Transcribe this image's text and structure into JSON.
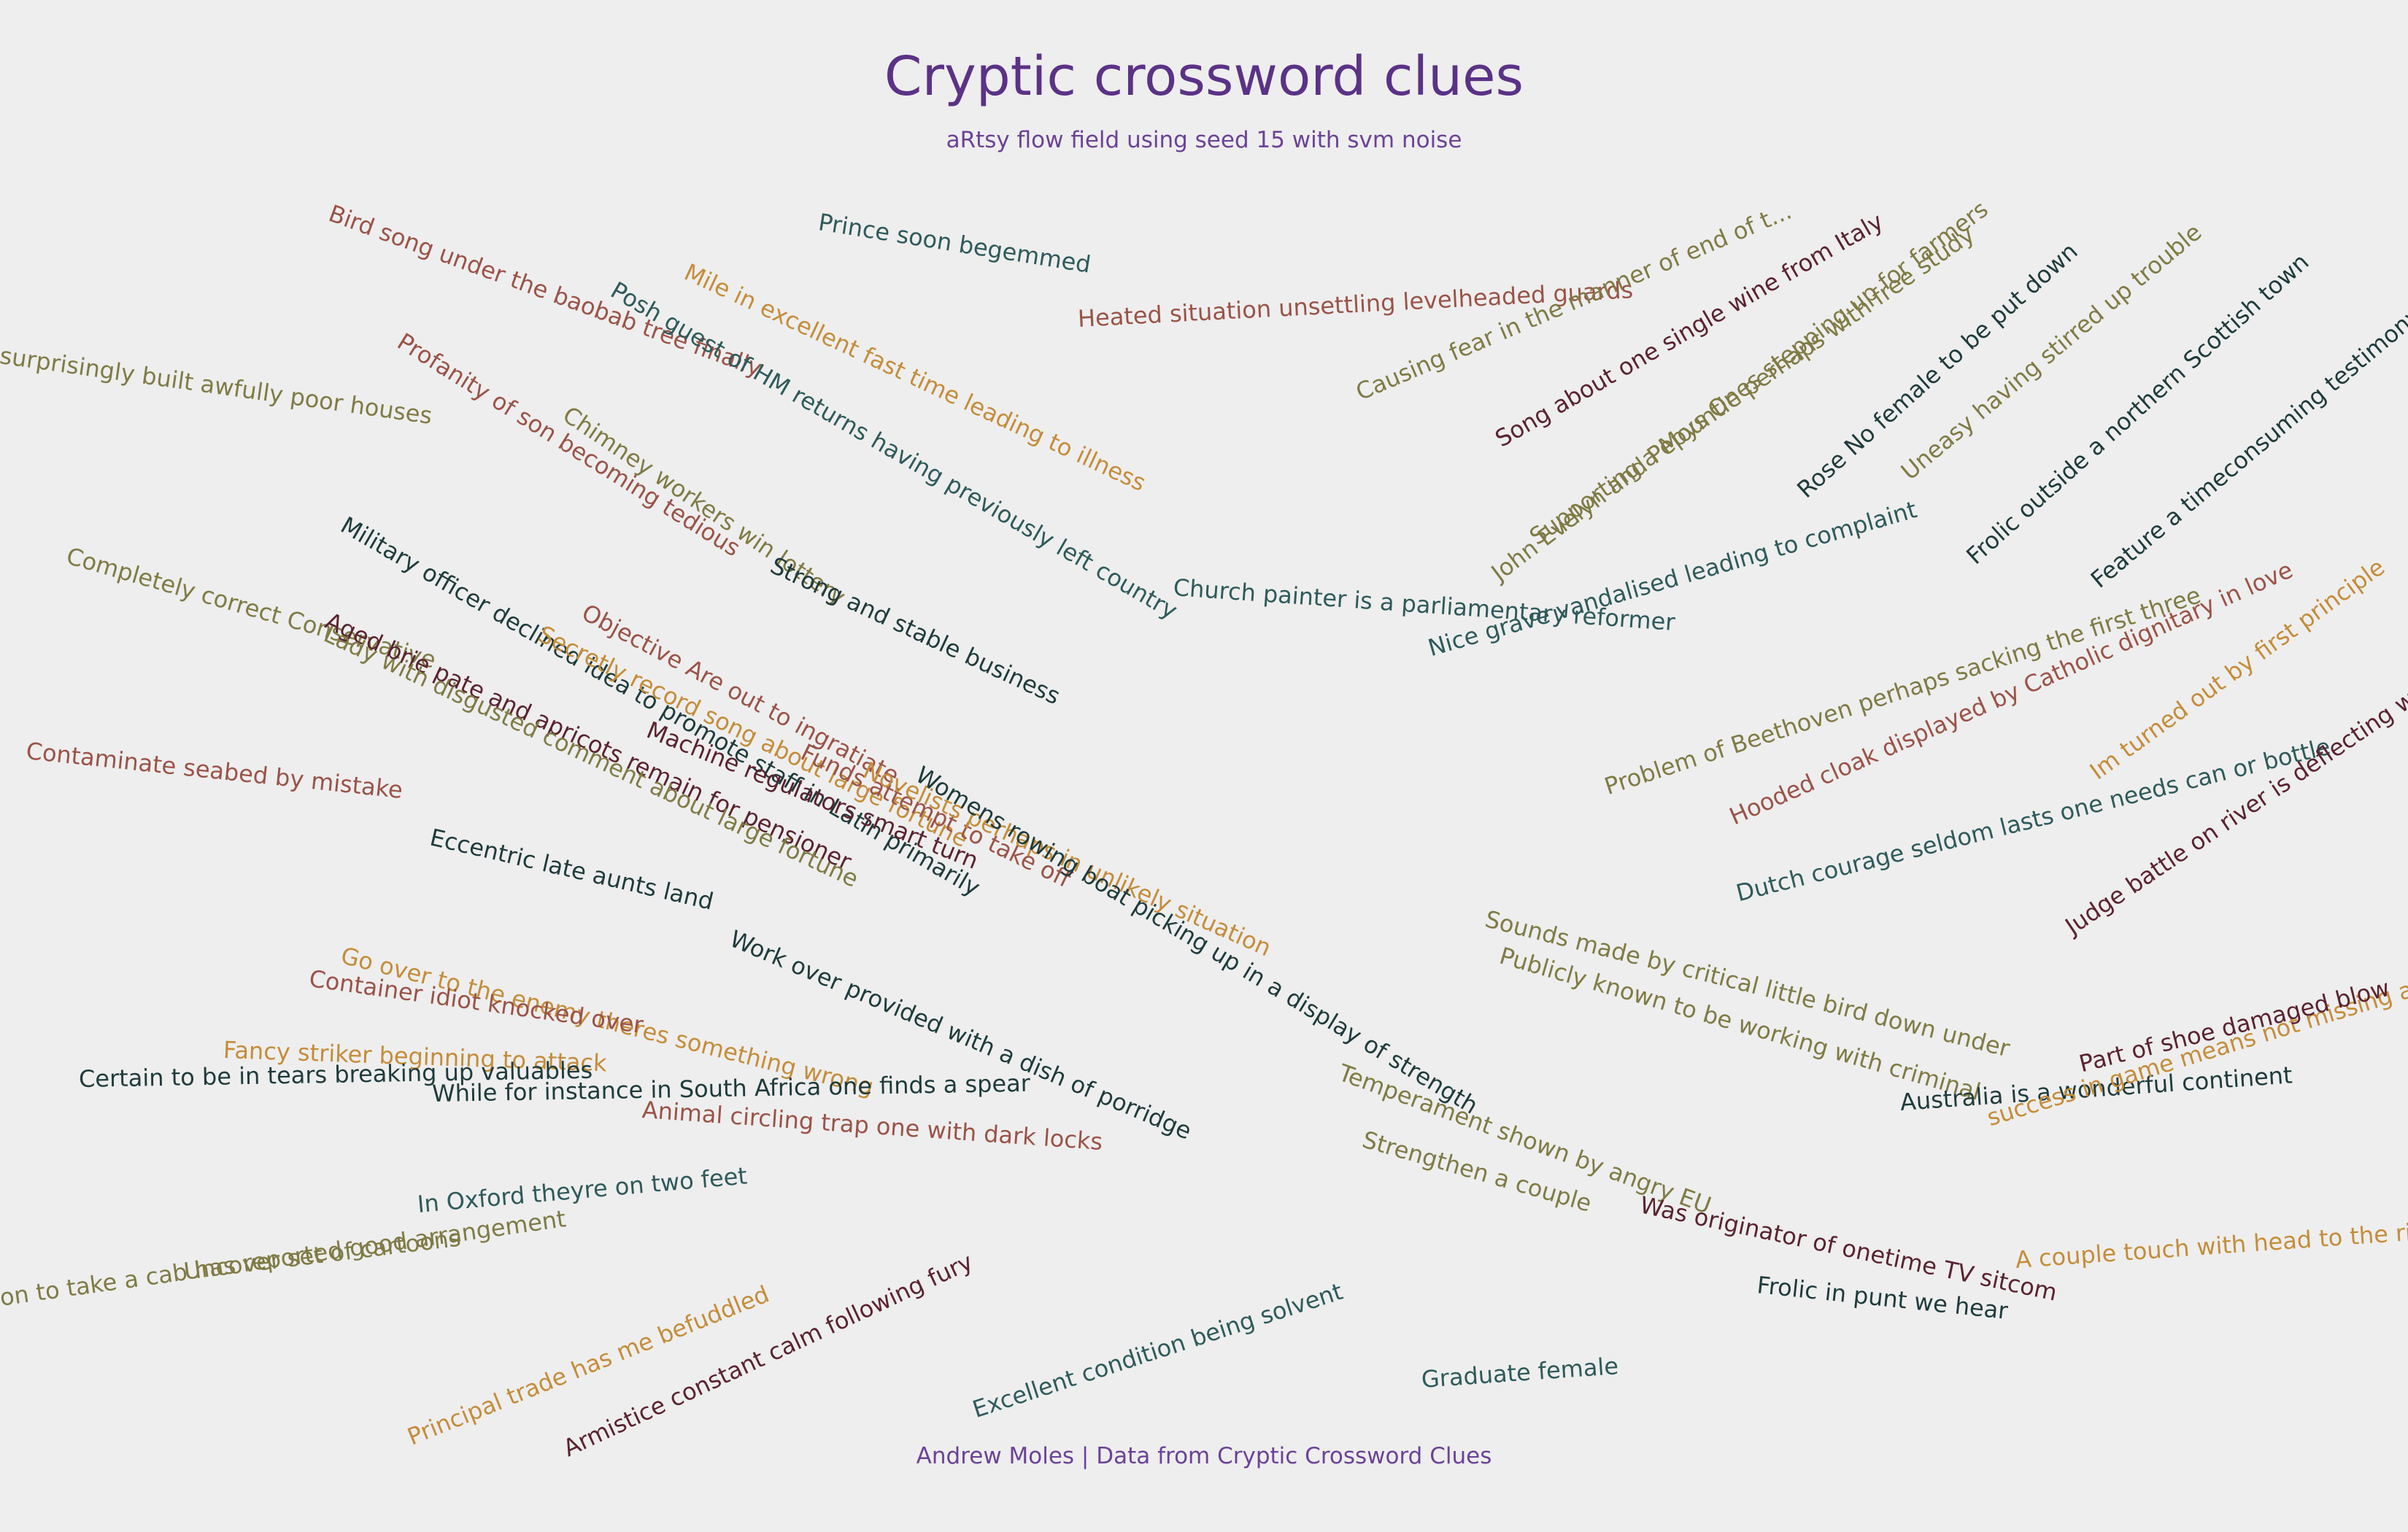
{
  "header": {
    "title": "Cryptic crossword clues",
    "subtitle": "aRtsy flow field using seed 15 with svm noise"
  },
  "footer": {
    "caption": "Andrew Moles | Data from Cryptic Crossword Clues"
  },
  "palette": {
    "background": "#eeeeee",
    "title_purple": "#5b3286",
    "red": "#9a5348",
    "teal": "#2f5a5a",
    "gold": "#c48d3a",
    "olive": "#7f7b45",
    "plum": "#5a2330",
    "dark": "#1f3b3b"
  },
  "clues": [
    {
      "text": "Prince soon begemmed",
      "color": "teal"
    },
    {
      "text": "Bird song under the baobab tree finally",
      "color": "red"
    },
    {
      "text": "Mile in excellent fast time leading to illness",
      "color": "gold"
    },
    {
      "text": "Posh guest of HM returns having previously left country",
      "color": "teal"
    },
    {
      "text": "surprisingly built awfully poor houses",
      "color": "olive"
    },
    {
      "text": "Profanity of son becoming tedious",
      "color": "red"
    },
    {
      "text": "Chimney workers win lottery",
      "color": "olive"
    },
    {
      "text": "Strong and stable business",
      "color": "dark"
    },
    {
      "text": "Heated situation unsettling levelheaded guards",
      "color": "red"
    },
    {
      "text": "Causing fear in the manner of end of t...",
      "color": "olive"
    },
    {
      "text": "Song about one single wine from Italy",
      "color": "plum"
    },
    {
      "text": "Supporting a Mountie perhaps with free study",
      "color": "olive"
    },
    {
      "text": "John Evelyn and Pepys Ones stepping up for farmers",
      "color": "olive"
    },
    {
      "text": "Rose No female to be put down",
      "color": "dark"
    },
    {
      "text": "Uneasy having stirred up trouble",
      "color": "olive"
    },
    {
      "text": "Frolic outside a northern Scottish town",
      "color": "dark"
    },
    {
      "text": "Feature a timeconsuming testimony",
      "color": "dark"
    },
    {
      "text": "Church painter is a parliamentary reformer",
      "color": "teal"
    },
    {
      "text": "Nice grave vandalised leading to complaint",
      "color": "teal"
    },
    {
      "text": "Military officer declined idea to promote staff in Latin primarily",
      "color": "dark"
    },
    {
      "text": "Completely correct Conservative",
      "color": "olive"
    },
    {
      "text": "Aged brie pate and apricots remain for pensioner",
      "color": "plum"
    },
    {
      "text": "Objective Are out to ingratiate",
      "color": "red"
    },
    {
      "text": "Secretly record song about large fortune",
      "color": "gold"
    },
    {
      "text": "Lady with disgusted comment about large fortune",
      "color": "olive"
    },
    {
      "text": "Machine regulators smart turn",
      "color": "plum"
    },
    {
      "text": "Funds attempt to take off",
      "color": "red"
    },
    {
      "text": "Novelists perhaps in unlikely situation",
      "color": "gold"
    },
    {
      "text": "Womens rowing boat picking up in a display of strength",
      "color": "dark"
    },
    {
      "text": "Contaminate seabed by mistake",
      "color": "red"
    },
    {
      "text": "Eccentric late aunts land",
      "color": "dark"
    },
    {
      "text": "Work over provided with a dish of porridge",
      "color": "dark"
    },
    {
      "text": "Go over to the enemy theres something wrong",
      "color": "gold"
    },
    {
      "text": "Container idiot knocked over",
      "color": "red"
    },
    {
      "text": "Fancy striker beginning to attack",
      "color": "gold"
    },
    {
      "text": "Certain to be in tears breaking up valuables",
      "color": "dark"
    },
    {
      "text": "While for instance in South Africa one finds a spear",
      "color": "dark"
    },
    {
      "text": "Animal circling trap one with dark locks",
      "color": "red"
    },
    {
      "text": "In Oxford theyre on two feet",
      "color": "teal"
    },
    {
      "text": "Uncover set of cartoons",
      "color": "olive"
    },
    {
      "text": "on to take a cab has reported good arrangement",
      "color": "olive"
    },
    {
      "text": "Principal trade has me befuddled",
      "color": "gold"
    },
    {
      "text": "Armistice constant calm following fury",
      "color": "plum"
    },
    {
      "text": "Excellent condition being solvent",
      "color": "teal"
    },
    {
      "text": "Graduate female",
      "color": "teal"
    },
    {
      "text": "Problem of Beethoven perhaps sacking the first three",
      "color": "olive"
    },
    {
      "text": "Hooded cloak displayed by Catholic dignitary in love",
      "color": "red"
    },
    {
      "text": "Im turned out by first principle",
      "color": "gold"
    },
    {
      "text": "Dutch courage seldom lasts one needs can or bottle",
      "color": "teal"
    },
    {
      "text": "Judge battle on river is deflecting w...",
      "color": "plum"
    },
    {
      "text": "Sounds made by critical little bird down under",
      "color": "olive"
    },
    {
      "text": "Publicly known to be working with criminal",
      "color": "olive"
    },
    {
      "text": "Australia is a wonderful continent",
      "color": "dark"
    },
    {
      "text": "success in game means not missing a...",
      "color": "gold"
    },
    {
      "text": "Part of shoe damaged blow",
      "color": "plum"
    },
    {
      "text": "Temperament shown by angry EU",
      "color": "olive"
    },
    {
      "text": "Was originator of onetime TV sitcom",
      "color": "plum"
    },
    {
      "text": "Strengthen a couple",
      "color": "olive"
    },
    {
      "text": "Frolic in punt we hear",
      "color": "dark"
    },
    {
      "text": "A couple touch with head to the ri...",
      "color": "gold"
    }
  ]
}
